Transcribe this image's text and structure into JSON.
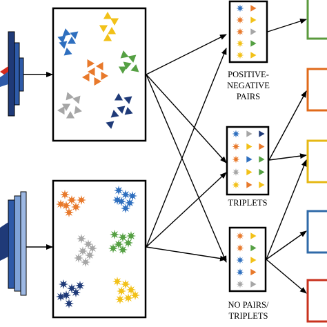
{
  "labels": {
    "pairs_line1": "POSITIVE-",
    "pairs_line2": "NEGATIVE",
    "pairs_line3": "PAIRS",
    "triplets": "TRIPLETS",
    "nopairs_line1": "NO PAIRS/",
    "nopairs_line2": "TRIPLETS"
  },
  "icons": {
    "arrow": "arrowhead",
    "triangle": "bowtie-triangle-cluster",
    "star": "star-cluster"
  },
  "colors": {
    "blue": "#2e6fbf",
    "yellow": "#f2c118",
    "orange": "#e8792b",
    "green": "#55a043",
    "gray": "#a6a6a6",
    "navy": "#1f3a78",
    "red": "#d42b1e",
    "output_boxes": [
      "#5a9a3c",
      "#e06a1a",
      "#e6b814",
      "#2f6aa8",
      "#c8321e"
    ]
  }
}
